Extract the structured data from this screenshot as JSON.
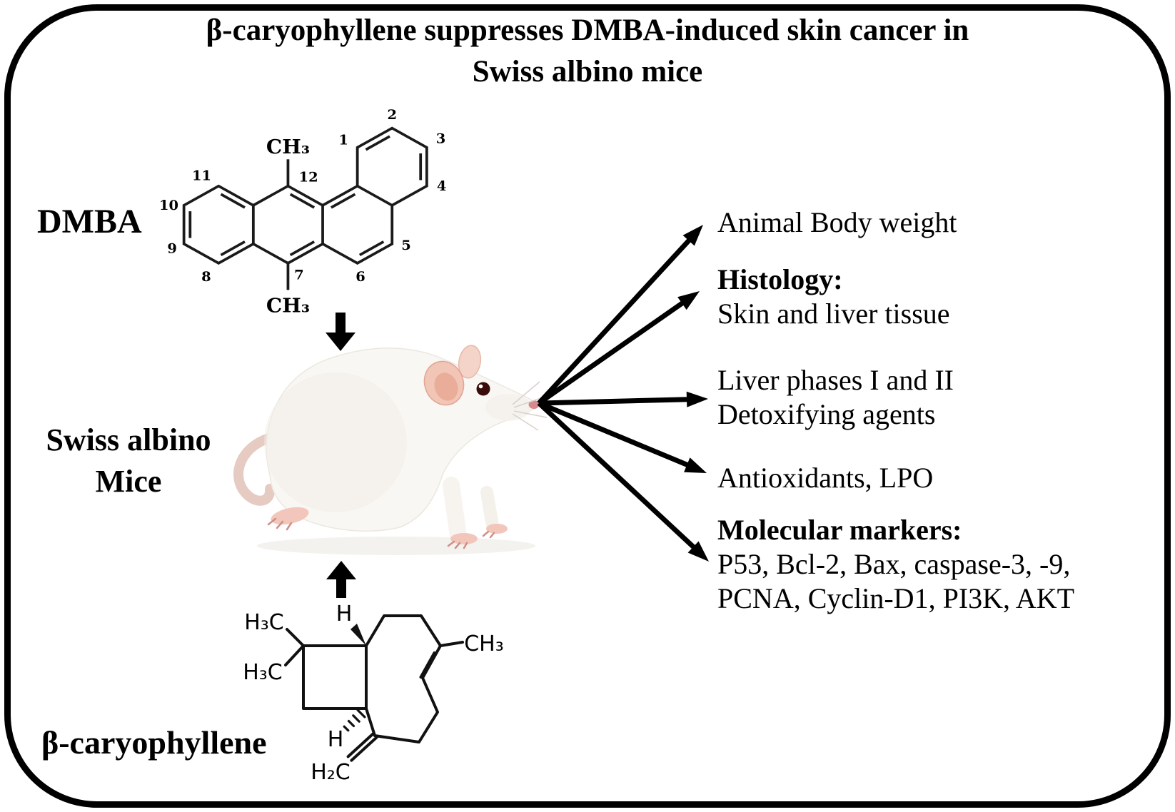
{
  "title": {
    "line1": "β-caryophyllene suppresses DMBA-induced skin cancer in",
    "line2": "Swiss albino mice"
  },
  "labels": {
    "dmba": "DMBA",
    "mice_line1": "Swiss albino",
    "mice_line2": "Mice",
    "bcp": "β-caryophyllene"
  },
  "dmba_structure": {
    "methyl_top": "CH₃",
    "methyl_bottom": "CH₃",
    "ring_numbers": [
      "1",
      "2",
      "3",
      "4",
      "5",
      "6",
      "7",
      "8",
      "9",
      "10",
      "11",
      "12"
    ]
  },
  "bcp_structure": {
    "methyl_top": "H₃C",
    "methyl_bottom": "H₃C",
    "methyl_right": "CH₃",
    "h_top": "H",
    "h_bottom": "H",
    "methylene": "H₂C"
  },
  "outcomes": [
    {
      "text": "Animal Body weight"
    },
    {
      "heading": "Histology:",
      "text": "Skin and liver tissue"
    },
    {
      "text": "Liver phases I and II",
      "text2": "Detoxifying agents"
    },
    {
      "text": "Antioxidants, LPO"
    },
    {
      "heading": "Molecular markers:",
      "text": "P53, Bcl-2, Bax, caspase-3, -9,",
      "text2": "PCNA, Cyclin-D1, PI3K, AKT"
    }
  ],
  "colors": {
    "border": "#000000",
    "text": "#000000",
    "arrow": "#000000",
    "bond": "#1a1a1a",
    "mouse_body": "#f9f7f3",
    "mouse_shade": "#f1ede7",
    "mouse_ear": "#f1c6b6",
    "mouse_ear_inner": "#e9a895",
    "mouse_eye": "#3a0c0c",
    "mouse_nose": "#d8898d",
    "mouse_tail": "#e6cbc2",
    "mouse_feet": "#f2c6ba",
    "mouse_shadow": "#eeece8"
  }
}
